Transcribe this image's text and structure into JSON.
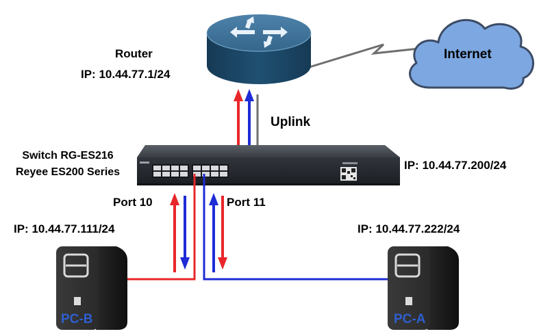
{
  "router": {
    "label": "Router",
    "ip": "IP: 10.44.77.1/24"
  },
  "internet": {
    "label": "Internet"
  },
  "uplink": {
    "label": "Uplink"
  },
  "switch": {
    "model": "Switch RG-ES216",
    "series": "Reyee ES200 Series",
    "ip": "IP: 10.44.77.200/24"
  },
  "ports": {
    "port10": "Port 10",
    "port11": "Port 11"
  },
  "pc_b": {
    "ip": "IP: 10.44.77.111/24",
    "label": "PC-B"
  },
  "pc_a": {
    "ip": "IP: 10.44.77.222/24",
    "label": "PC-A"
  },
  "colors": {
    "red_link": "#e8262a",
    "blue_link": "#1f2bd6",
    "uplink_line": "#6e6e6e",
    "cloud_fill": "#7da7e0",
    "cloud_stroke": "#3c4b66",
    "router_top": "#3c6e95",
    "router_body": "#1c4766",
    "switch_body": "#262a30",
    "pc_body": "#2c2c2c",
    "pc_label": "#2f5fd0"
  }
}
